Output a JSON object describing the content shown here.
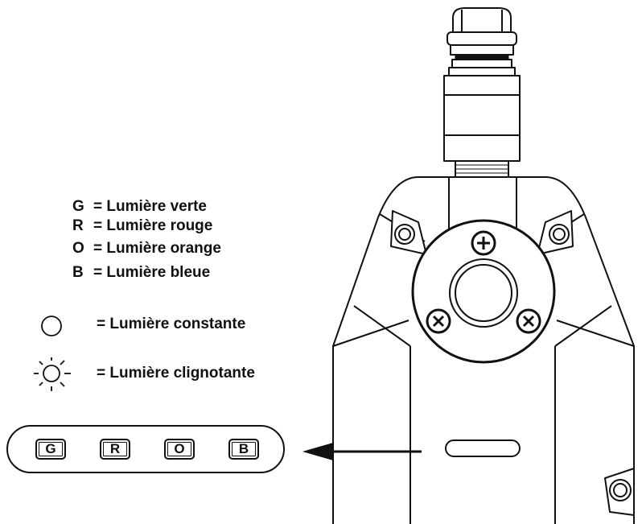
{
  "legend": {
    "colors": [
      {
        "key": "G",
        "text": "= Lumière verte"
      },
      {
        "key": "R",
        "text": "= Lumière rouge"
      },
      {
        "key": "O",
        "text": "= Lumière orange"
      },
      {
        "key": "B",
        "text": "= Lumière bleue"
      }
    ],
    "steady_text": "= Lumière constante",
    "blinking_text": "= Lumière clignotante"
  },
  "panel": {
    "keys": [
      "G",
      "R",
      "O",
      "B"
    ]
  },
  "colors": {
    "line": "#111111",
    "background": "#ffffff"
  },
  "icons": [
    "steady-light-icon",
    "blinking-light-icon",
    "arrow-icon",
    "screw-icon",
    "cable-gland-icon"
  ]
}
